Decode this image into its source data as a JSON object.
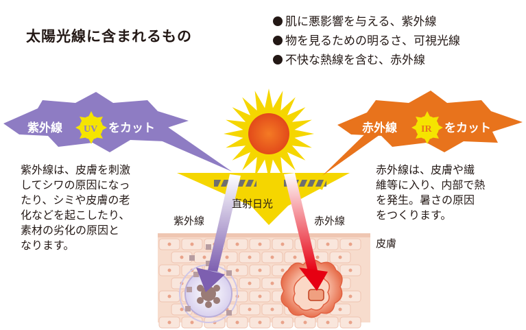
{
  "title": "太陽光線に含まれるもの",
  "bullets": [
    "肌に悪影響を与える、紫外線",
    "物を見るための明るさ、可視光線",
    "不快な熱線を含む、赤外線"
  ],
  "uv_badge": {
    "prefix": "紫外線",
    "code": "UV",
    "suffix": "をカット"
  },
  "ir_badge": {
    "prefix": "赤外線",
    "code": "IR",
    "suffix": "をカット"
  },
  "uv_description": [
    "紫外線は、皮膚を刺激",
    "してシワの原因になっ",
    "たり、シミや皮膚の老",
    "化などを起こしたり、",
    "素材の劣化の原因と",
    "なります。"
  ],
  "ir_description": [
    "赤外線は、皮膚や繊",
    "維等に入り、内部で熱",
    "を発生。暑さの原因",
    "をつくります。"
  ],
  "labels": {
    "direct_sunlight": "直射日光",
    "uv": "紫外線",
    "ir": "赤外線",
    "skin": "皮膚"
  },
  "colors": {
    "uv_purple": "#8e7cc3",
    "ir_orange": "#e8731c",
    "sun_yellow": "#f5d600",
    "sun_core": "#e8501e",
    "ir_red": "#e60012",
    "skin_pink": "#f6d3c3"
  }
}
